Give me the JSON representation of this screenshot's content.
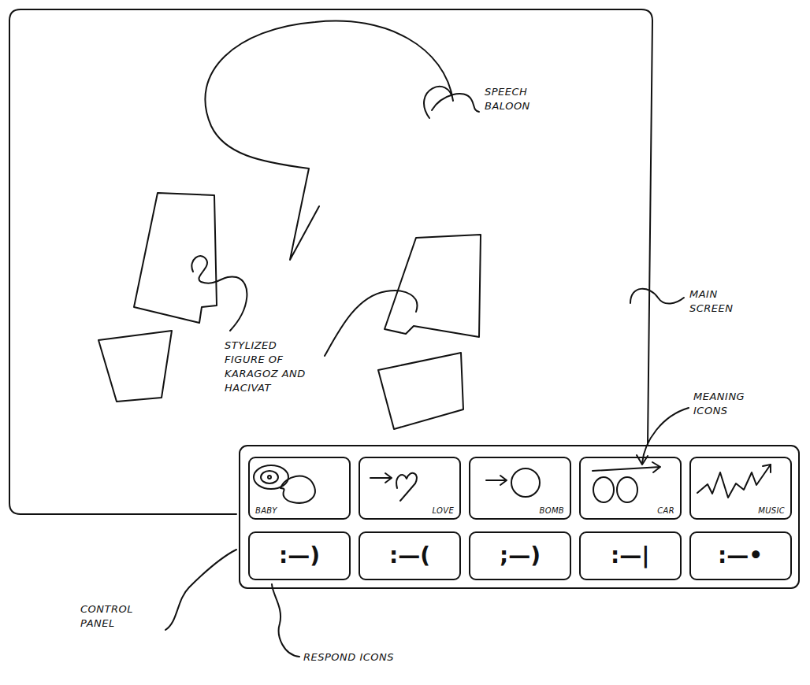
{
  "diagram": {
    "nodes": [
      {
        "text": [
          "MAIN SCREEN"
        ]
      },
      {
        "text": [
          "CONTROL PANEL"
        ]
      },
      {
        "text": [
          "BABY"
        ],
        "in": 1
      },
      {
        "text": [
          "LOVE"
        ],
        "in": 1
      },
      {
        "text": [
          "BOMB"
        ],
        "in": 1
      },
      {
        "text": [
          "CAR"
        ],
        "in": 1
      },
      {
        "text": [
          "MUSIC"
        ],
        "in": 1
      },
      {
        "text": [
          ":—)"
        ],
        "in": 1
      },
      {
        "text": [
          ":—("
        ],
        "in": 1
      },
      {
        "text": [
          ";—)"
        ],
        "in": 1
      },
      {
        "text": [
          ":—|"
        ],
        "in": 1
      },
      {
        "text": [
          ":—•"
        ],
        "in": 1
      }
    ],
    "labels": [
      "SPEECH BALOON",
      "STYLIZED FIGURE OF KARAGOZ AND HACIVAT",
      "MEANING ICONS",
      "RESPOND ICONS"
    ]
  }
}
